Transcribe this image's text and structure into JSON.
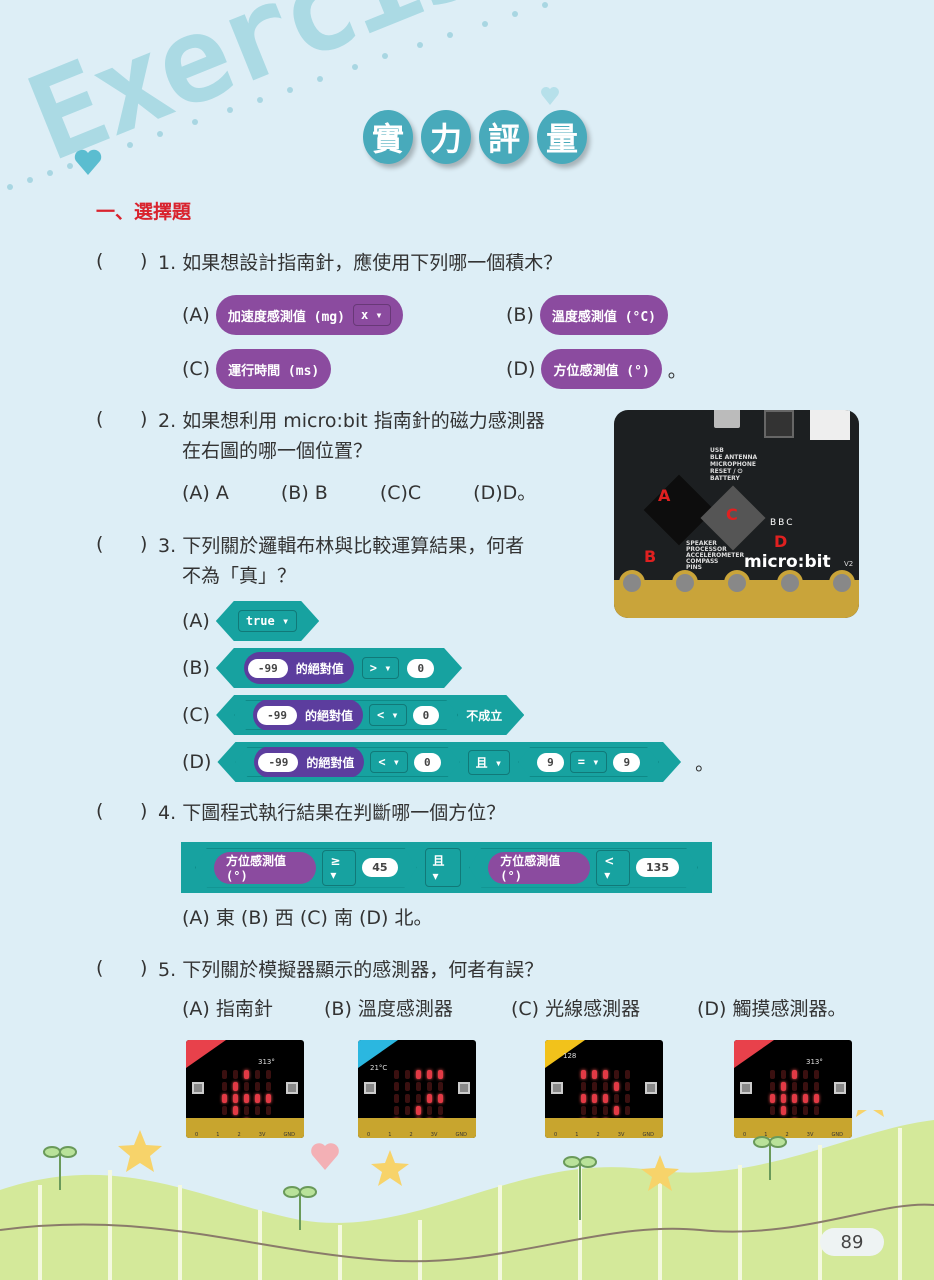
{
  "header": {
    "watermark": "Exercise",
    "title_chars": [
      "實",
      "力",
      "評",
      "量"
    ],
    "section": "一、選擇題"
  },
  "paren_open": "(",
  "paren_close": ")",
  "q1": {
    "num": "1.",
    "text": "如果想設計指南針，應使用下列哪一個積木？",
    "options": [
      {
        "label": "(A)",
        "block": "加速度感測值 (mg)",
        "dropdown": "x ▾"
      },
      {
        "label": "(B)",
        "block": "溫度感測值 (°C)"
      },
      {
        "label": "(C)",
        "block": "運行時間 (ms)"
      },
      {
        "label": "(D)",
        "block": "方位感測值 (°)",
        "suffix": "。"
      }
    ]
  },
  "q2": {
    "num": "2.",
    "line1": "如果想利用 micro:bit 指南針的磁力感測器",
    "line2": "在右圖的哪一個位置？",
    "options": [
      "(A) A",
      "(B) B",
      "(C)C",
      "(D)D。"
    ],
    "photo": {
      "labels": [
        "A",
        "B",
        "C",
        "D"
      ],
      "silk": [
        "USB",
        "BLE ANTENNA",
        "MICROPHONE",
        "RESET / ⏻",
        "BATTERY"
      ],
      "silk2": [
        "SPEAKER",
        "PROCESSOR",
        "ACCELEROMETER",
        "COMPASS",
        "PINS"
      ],
      "brand": "micro:bit",
      "bbc": "BBC",
      "version": "V2"
    }
  },
  "q3": {
    "num": "3.",
    "line1": "下列關於邏輯布林與比較運算結果，何者",
    "line2": "不為「真」？",
    "labels": [
      "(A)",
      "(B)",
      "(C)",
      "(D)"
    ],
    "a": {
      "value": "true ▾"
    },
    "abs_label": "的絕對值",
    "neg": "-99",
    "zero": "0",
    "gt": "> ▾",
    "lt": "< ▾",
    "not_true": "不成立",
    "and": "且 ▾",
    "nine": "9",
    "eq": "= ▾",
    "suffix": "。"
  },
  "q4": {
    "num": "4.",
    "text": "下圖程式執行結果在判斷哪一個方位？",
    "block": {
      "sensor": "方位感測值 (°)",
      "ge": "≥ ▾",
      "v1": "45",
      "and": "且 ▾",
      "lt": "< ▾",
      "v2": "135"
    },
    "answer": "(A) 東  (B) 西  (C) 南  (D) 北。"
  },
  "q5": {
    "num": "5.",
    "text": "下列關於模擬器顯示的感測器，何者有誤？",
    "options": [
      "(A) 指南針",
      "(B) 溫度感測器",
      "(C) 光線感測器",
      "(D) 觸摸感測器。"
    ],
    "boards": [
      {
        "accent": "#e8414b",
        "readout": "313°",
        "leds": [
          "..#..",
          ".#...",
          "#####",
          ".#...",
          "..#.."
        ]
      },
      {
        "accent": "#2bb7e0",
        "readout": "21°C",
        "leds": [
          "..###",
          ".....",
          "...##",
          "..#..",
          "#.###"
        ]
      },
      {
        "accent": "#f2c21b",
        "readout": "128",
        "leds": [
          "###..",
          "...#.",
          "###..",
          "...#.",
          "###.."
        ]
      },
      {
        "accent": "#e8414b",
        "readout": "313°",
        "leds": [
          "..#..",
          ".#...",
          "#####",
          ".#...",
          "..#.."
        ]
      }
    ],
    "pin_labels": [
      "0",
      "1",
      "2",
      "3V",
      "GND"
    ]
  },
  "page_number": "89"
}
